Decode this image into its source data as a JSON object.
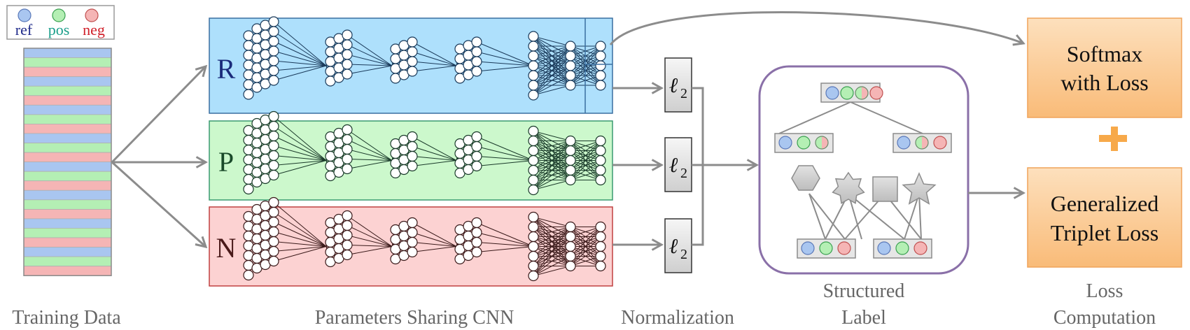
{
  "legend": {
    "ref": "ref",
    "pos": "pos",
    "neg": "neg"
  },
  "branches": {
    "r": "R",
    "p": "P",
    "n": "N"
  },
  "norm_symbol": "ℓ",
  "norm_sub": "2",
  "loss": {
    "softmax_line1": "Softmax",
    "softmax_line2": "with Loss",
    "triplet_line1": "Generalized",
    "triplet_line2": "Triplet Loss"
  },
  "captions": {
    "training_data": "Training Data",
    "cnn": "Parameters Sharing CNN",
    "normalization": "Normalization",
    "structured_1": "Structured",
    "structured_2": "Label",
    "loss_1": "Loss",
    "loss_2": "Computation"
  },
  "colors": {
    "ref": "#a9c6f0",
    "pos": "#b4efb4",
    "neg": "#f5b5b5",
    "ref_text": "#1f2a8a",
    "pos_text": "#1a9e8a",
    "neg_text": "#d0202a",
    "r_fill": "#aee0fc",
    "p_fill": "#ccf8cc",
    "n_fill": "#fcd2d2",
    "loss_fill": "#fbcd95",
    "arrow": "#8c8c8c",
    "caption": "#666666"
  }
}
